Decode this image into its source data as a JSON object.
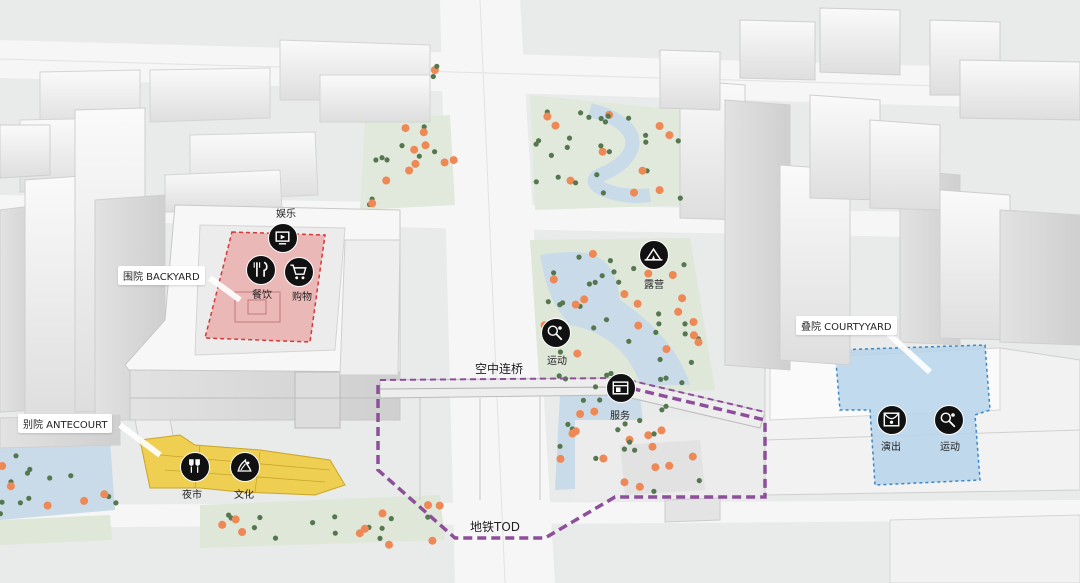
{
  "colors": {
    "ground": "#e9eaea",
    "road": "#f6f6f6",
    "building": "#f4f4f4",
    "backyard_fill": "#e9a7a5",
    "backyard_border": "#d23a3a",
    "antecourt_fill": "#efcf52",
    "courtyard_fill": "#b7d4ea",
    "courtyard_border": "#3a87c8",
    "route_purple": "#8d4f9a",
    "water": "#c9dbe8",
    "tree_green": "#55774f",
    "tree_orange": "#ee8855"
  },
  "zones": {
    "backyard": "围院 BACKYARD",
    "antecourt": "别院 ANTECOURT",
    "courtyard": "叠院 COURTYYARD"
  },
  "routes": {
    "skybridge": "空中连桥",
    "metro": "地铁TOD"
  },
  "icons": {
    "entertainment": {
      "label": "娱乐",
      "icon": "monitor-icon"
    },
    "dining": {
      "label": "餐饮",
      "icon": "fork-knife-icon"
    },
    "shopping": {
      "label": "购物",
      "icon": "cart-icon"
    },
    "camping": {
      "label": "露营",
      "icon": "tent-icon"
    },
    "sports_park": {
      "label": "运动",
      "icon": "ball-racket-icon"
    },
    "service": {
      "label": "服务",
      "icon": "kiosk-icon"
    },
    "night_market": {
      "label": "夜市",
      "icon": "wine-glass-icon"
    },
    "culture": {
      "label": "文化",
      "icon": "culture-icon"
    },
    "performance": {
      "label": "演出",
      "icon": "stage-icon"
    },
    "sports_court": {
      "label": "运动",
      "icon": "ball-racket-icon"
    }
  }
}
